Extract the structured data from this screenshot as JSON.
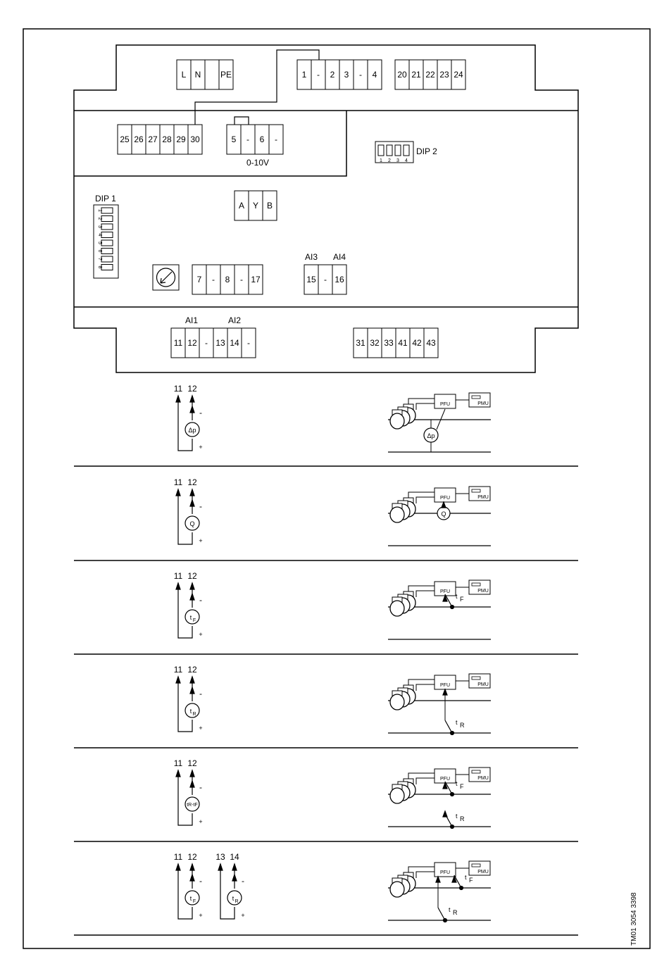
{
  "doc_code": "TM01 3054 3398",
  "controller": {
    "terminals_power": [
      "L",
      "N",
      "",
      "PE"
    ],
    "terminals_1_4": [
      "1",
      "-",
      "2",
      "3",
      "-",
      "4"
    ],
    "terminals_20_24": [
      "20",
      "21",
      "22",
      "23",
      "24"
    ],
    "terminals_25_30": [
      "25",
      "26",
      "27",
      "28",
      "29",
      "30"
    ],
    "terminals_5_6": [
      "5",
      "-",
      "6",
      "-"
    ],
    "label_0_10v": "0-10V",
    "dip2_label": "DIP 2",
    "dip2_numbers": [
      "1",
      "2",
      "3",
      "4"
    ],
    "dip1_label": "DIP 1",
    "dip1_numbers": [
      "1",
      "2",
      "3",
      "4",
      "5",
      "6",
      "7",
      "8"
    ],
    "terminals_ayb": [
      "A",
      "Y",
      "B"
    ],
    "terminals_7_17": [
      "7",
      "-",
      "8",
      "-",
      "17"
    ],
    "ai3_label": "AI3",
    "ai4_label": "AI4",
    "terminals_15_16": [
      "15",
      "-",
      "16"
    ],
    "ai1_label": "AI1",
    "ai2_label": "AI2",
    "terminals_11_14": [
      "11",
      "12",
      "-",
      "13",
      "14",
      "-"
    ],
    "terminals_31_43": [
      "31",
      "32",
      "33",
      "41",
      "42",
      "43"
    ]
  },
  "wiring": {
    "term_a": "11",
    "term_b": "12",
    "term_c": "13",
    "term_d": "14",
    "minus": "-",
    "plus": "+",
    "pfu": "PFU",
    "pmu": "PMU",
    "sensors": {
      "dp": "Δp",
      "q": "Q",
      "t": "t",
      "sub_f": "F",
      "sub_r": "R",
      "diff": "tR-tF"
    }
  }
}
